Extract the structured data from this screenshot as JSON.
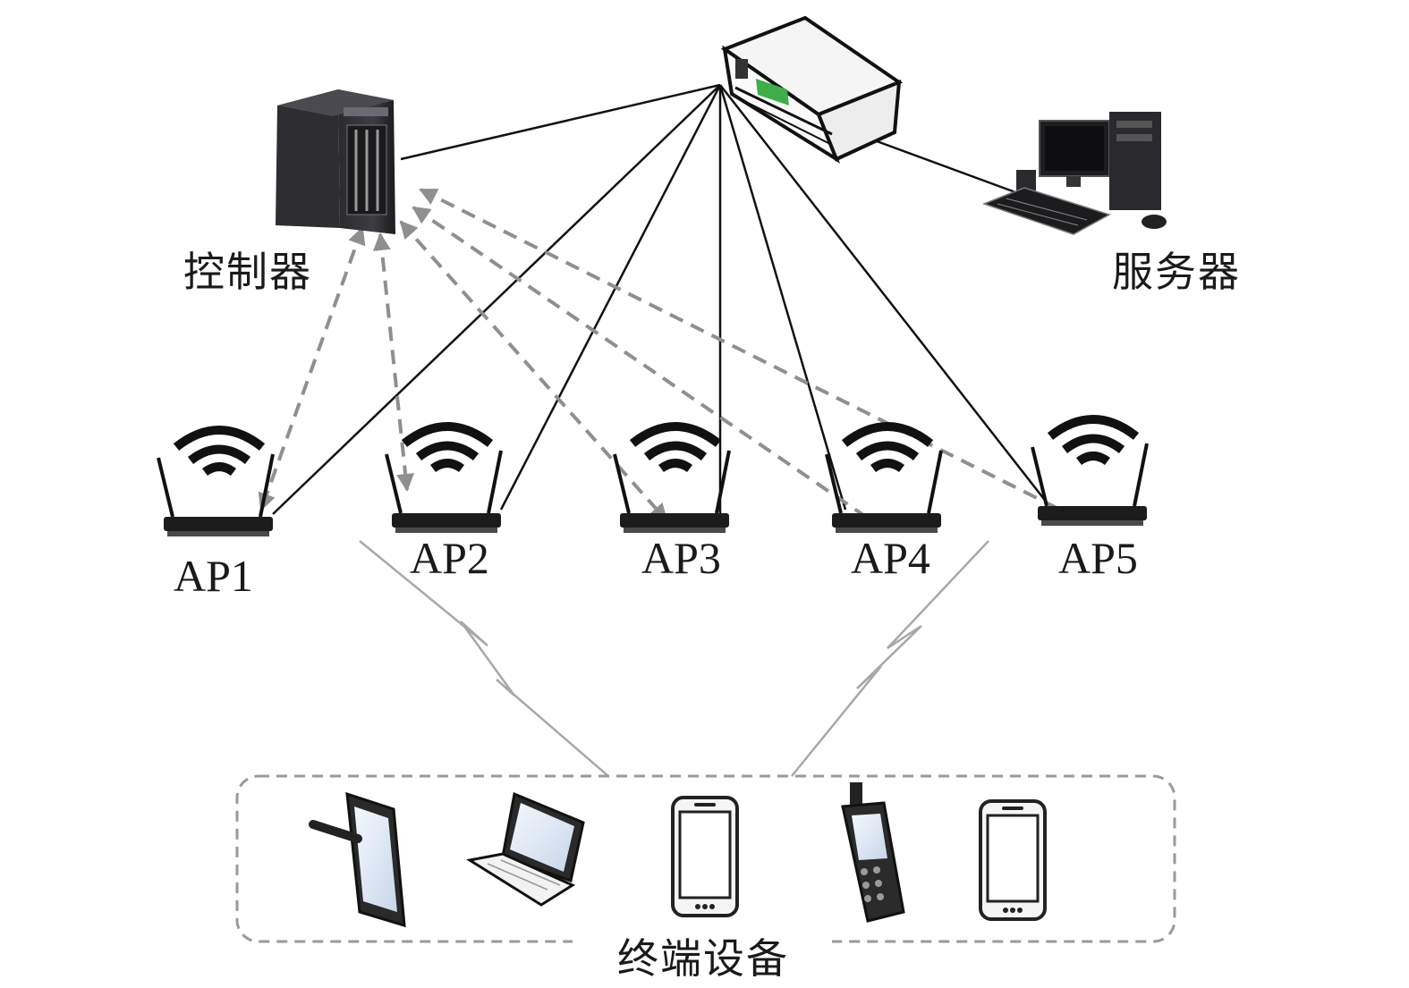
{
  "nodes": {
    "controller": {
      "label": "控制器",
      "icon": "tower-server-icon"
    },
    "switch": {
      "icon": "network-switch-icon"
    },
    "server": {
      "label": "服务器",
      "icon": "desktop-computer-icon"
    },
    "aps": [
      {
        "label": "AP1",
        "icon": "wireless-router-icon"
      },
      {
        "label": "AP2",
        "icon": "wireless-router-icon"
      },
      {
        "label": "AP3",
        "icon": "wireless-router-icon"
      },
      {
        "label": "AP4",
        "icon": "wireless-router-icon"
      },
      {
        "label": "AP5",
        "icon": "wireless-router-icon"
      }
    ],
    "terminals": {
      "label": "终端设备",
      "devices": [
        "tablet-icon",
        "laptop-icon",
        "smartphone-icon",
        "feature-phone-icon",
        "smartphone-icon"
      ]
    }
  },
  "links": {
    "wired": "solid black line",
    "control": "dashed gray arrows between controller and APs",
    "wireless": "lightning-style radio links from APs to terminal devices"
  },
  "colors": {
    "wired": "#111111",
    "control": "#8f8f8f",
    "wireless": "#a8a8a8",
    "group_border": "#9a9a9a",
    "screen": "#dfe8f5"
  }
}
